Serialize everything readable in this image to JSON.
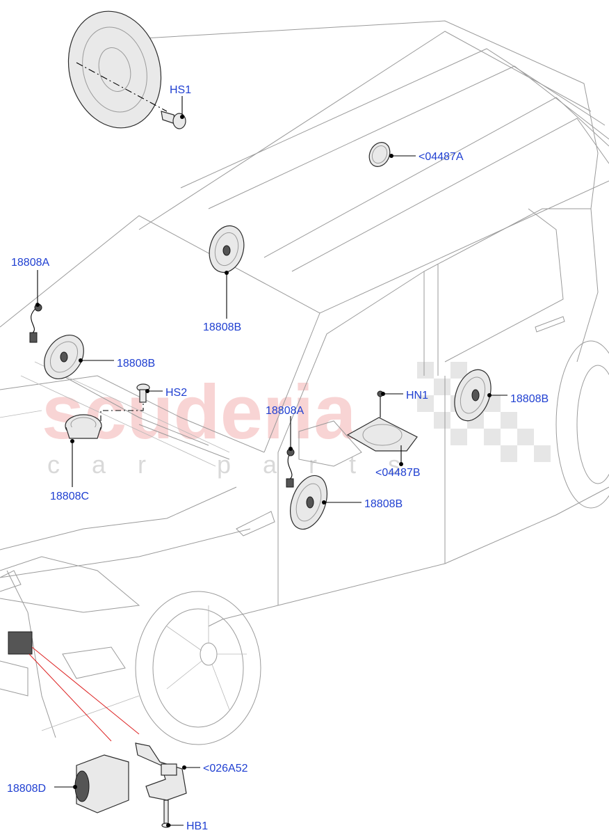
{
  "watermark": {
    "main": "scuderia",
    "sub": "car parts"
  },
  "callouts": [
    {
      "id": "hs1",
      "text": "HS1"
    },
    {
      "id": "c04487a",
      "text": "<04487A"
    },
    {
      "id": "a18808-left",
      "text": "18808A"
    },
    {
      "id": "b18808-top",
      "text": "18808B"
    },
    {
      "id": "b18808-left",
      "text": "18808B"
    },
    {
      "id": "hs2",
      "text": "HS2"
    },
    {
      "id": "c18808-dash",
      "text": "18808C"
    },
    {
      "id": "a18808-door",
      "text": "18808A"
    },
    {
      "id": "hn1",
      "text": "HN1"
    },
    {
      "id": "b18808-rear",
      "text": "18808B"
    },
    {
      "id": "c04487b",
      "text": "<04487B"
    },
    {
      "id": "b18808-door",
      "text": "18808B"
    },
    {
      "id": "d18808",
      "text": "18808D"
    },
    {
      "id": "c026a52",
      "text": "<026A52"
    },
    {
      "id": "hb1",
      "text": "HB1"
    }
  ],
  "colors": {
    "callout_text": "#1f3fd1",
    "watermark_main": "#f4b8b8",
    "red_leader": "#dd2222"
  }
}
